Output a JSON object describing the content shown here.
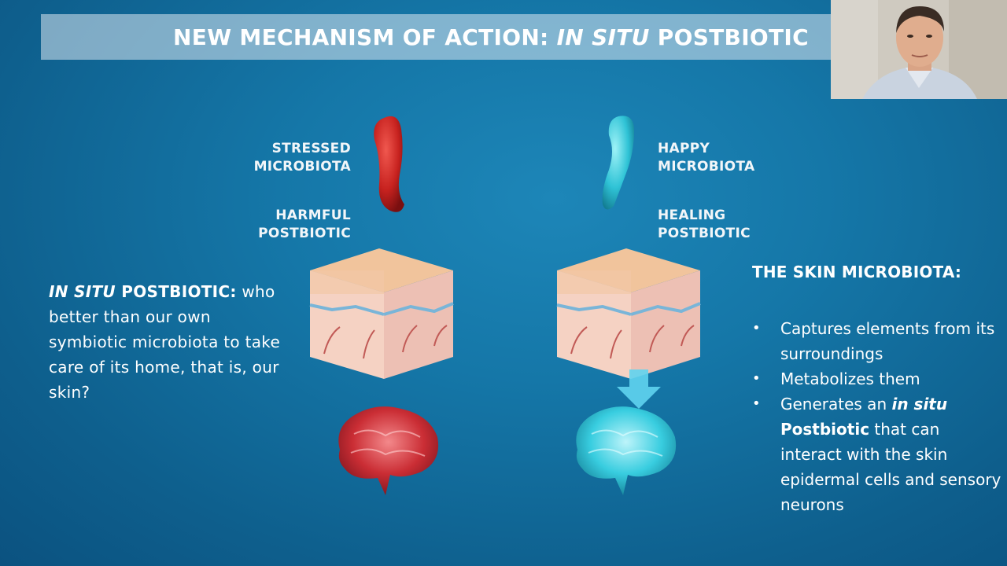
{
  "slide": {
    "title_prefix": "NEW MECHANISM OF ACTION: ",
    "title_italic": "IN SITU",
    "title_suffix": " POSTBIOTIC"
  },
  "labels": {
    "stressed": [
      "STRESSED",
      "MICROBIOTA"
    ],
    "harmful": [
      "HARMFUL",
      "POSTBIOTIC"
    ],
    "happy": [
      "HAPPY",
      "MICROBIOTA"
    ],
    "healing": [
      "HEALING",
      "POSTBIOTIC"
    ]
  },
  "left_text": {
    "italic": "IN SITU",
    "bold": " POSTBIOTIC:",
    "body": " who better than our own symbiotic microbiota to take care of its home, that is, our skin?"
  },
  "right_panel": {
    "heading": "THE SKIN MICROBIOTA:",
    "bullet1": "Captures elements from its surroundings",
    "bullet2": "Metabolizes them",
    "bullet3_pre": "Generates an ",
    "bullet3_italic": "in situ",
    "bullet3_bold": "Postbiotic",
    "bullet3_post": " that can interact with the skin epidermal cells and sensory neurons"
  },
  "colors": {
    "stressed": "#c7221f",
    "happy": "#2fc3d6",
    "brain_red": "#d42a2f",
    "brain_cyan": "#3ad2e3",
    "arrow": "#5fd4ef",
    "skin_top": "#f1c49c"
  }
}
